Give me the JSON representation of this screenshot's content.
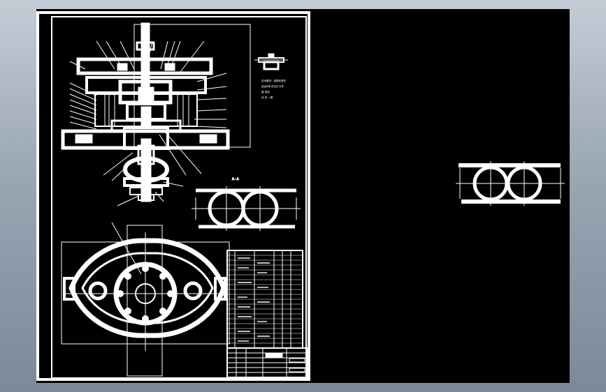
{
  "app": {
    "name": "CAD drawing viewer",
    "background_color": "#8f9aa8",
    "canvas_color": "#000000",
    "line_color": "#ffffff"
  },
  "drawing": {
    "technical_requirements": [
      "技术要求：装配前清洗",
      "各运动件灵活无卡滞",
      "潜  滑油",
      "涂  漆  一题"
    ],
    "section_label": "A - A"
  }
}
